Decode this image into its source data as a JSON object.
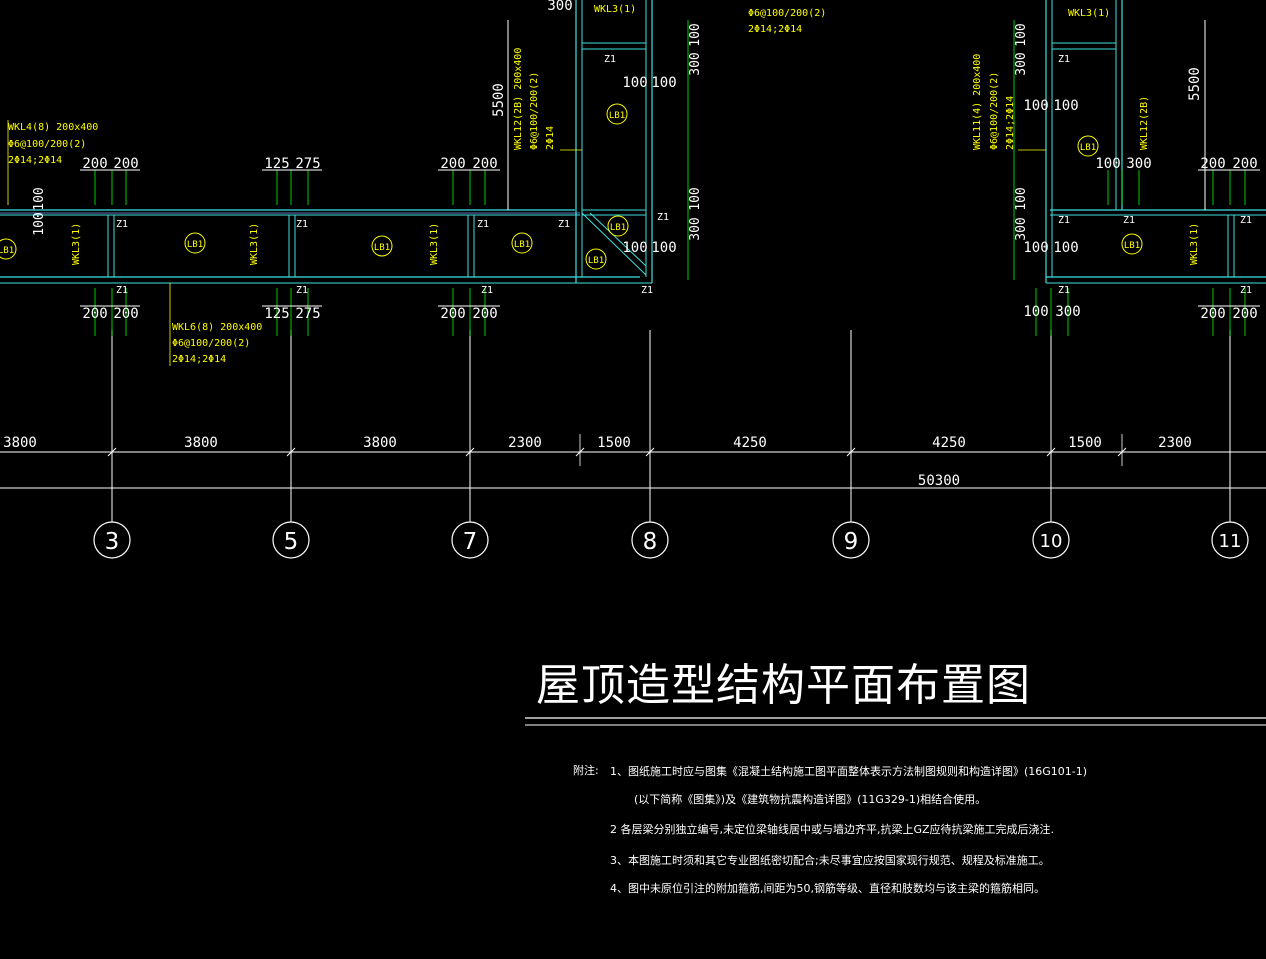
{
  "colors": {
    "background": "#000000",
    "beam": "#3fe0e0",
    "dim": "#ffffff",
    "text": "#ffffff",
    "annot": "#ffff00",
    "ext": "#00ff00"
  },
  "drawing": {
    "title": "屋顶造型结构平面布置图",
    "notes": {
      "label": "附注:",
      "items": [
        "1、图纸施工时应与图集《混凝土结构施工图平面整体表示方法制图规则和构造详图》(16G101-1)",
        "(以下简称《图集》)及《建筑物抗震构造详图》(11G329-1)相结合使用。",
        "2 各层梁分别独立编号,未定位梁轴线居中或与墙边齐平,抗梁上GZ应待抗梁施工完成后浇注.",
        "3、本图施工时须和其它专业图纸密切配合;未尽事宜应按国家现行规范、规程及标准施工。",
        "4、图中未原位引注的附加箍筋,间距为50,钢筋等级、直径和肢数均与该主梁的箍筋相同。"
      ]
    },
    "axes": [
      "3",
      "5",
      "7",
      "8",
      "9",
      "10",
      "11"
    ],
    "spans": [
      "3800",
      "3800",
      "3800",
      "2300",
      "1500",
      "4250",
      "4250",
      "1500",
      "2300"
    ],
    "total": "50300",
    "vertical_dims": [
      "5500",
      "5500",
      "100",
      "100",
      "300",
      "100",
      "300",
      "100",
      "300",
      "100",
      "300",
      "100"
    ],
    "offset_pairs": [
      "200",
      "200",
      "125",
      "275",
      "100",
      "100",
      "100",
      "300"
    ],
    "beams": {
      "wkl4": {
        "name": "WKL4(8) 200x400",
        "stirrup": "Φ6@100/200(2)",
        "rebar": "2Φ14;2Φ14"
      },
      "wkl6": {
        "name": "WKL6(8) 200x400",
        "stirrup": "Φ6@100/200(2)",
        "rebar": "2Φ14;2Φ14"
      },
      "wkl12": {
        "name": "WKL12(2B) 200x400",
        "stirrup": "Φ6@100/200(2)",
        "rebar": "2Φ14"
      },
      "wkl11": {
        "name": "WKL11(4) 200x400",
        "stirrup": "Φ6@100/200(2)",
        "rebar": "2Φ14;2Φ14"
      },
      "wkl3": "WKL3(1)",
      "wkl12b": "WKL12(2B)",
      "wkl3_top_stirrup": "Φ6@100/200(2)",
      "wkl3_top_rebar": "2Φ14;2Φ14",
      "col": "Z1",
      "slab": "LB1"
    },
    "top_dims": {
      "left": "300",
      "mid": "100",
      "right_a": "300",
      "right_b": "100"
    }
  }
}
